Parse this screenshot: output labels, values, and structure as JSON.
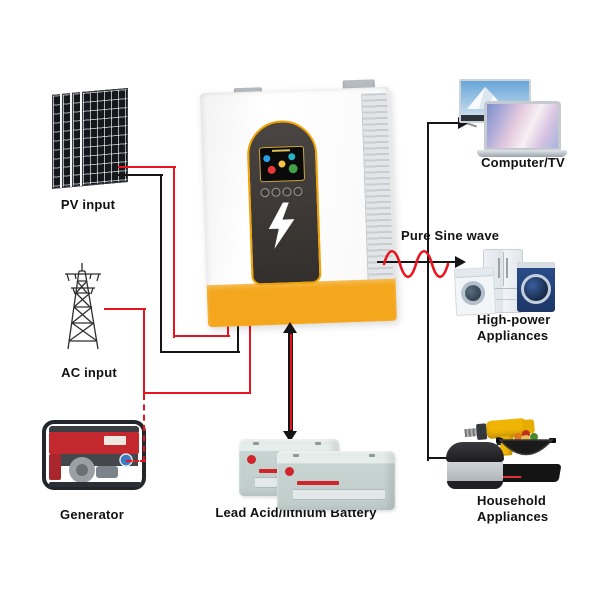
{
  "diagram": {
    "pv": {
      "label": "PV input"
    },
    "ac": {
      "label": "AC input"
    },
    "generator": {
      "label": "Generator"
    },
    "battery": {
      "label": "Lead Acid/lithium Battery"
    },
    "computer_tv": {
      "label": "Computer/TV"
    },
    "high_power": {
      "line1": "High-power",
      "line2": "Appliances"
    },
    "household": {
      "line1": "Household",
      "line2": "Appliances"
    },
    "pure_sine_wave": {
      "label": "Pure Sine wave"
    }
  },
  "colors": {
    "wire_red": "#e8151e",
    "wire_black": "#151515",
    "inverter_band_orange": "#f4a71d",
    "inverter_panel_outline": "#f2a202",
    "label_text": "#111111"
  },
  "icons": {
    "left": [
      "solar-panel-icon",
      "power-tower-icon",
      "generator-icon"
    ],
    "center": [
      "inverter-device",
      "lcd-display",
      "lightning-bolt-icon",
      "battery-icon"
    ],
    "right": [
      "tv-icon",
      "laptop-icon",
      "washing-machine-icon",
      "refrigerator-icon",
      "blue-washing-machine-icon",
      "drill-icon",
      "rice-cooker-icon",
      "wok-icon",
      "induction-cooktop-icon",
      "sine-wave-icon"
    ]
  }
}
